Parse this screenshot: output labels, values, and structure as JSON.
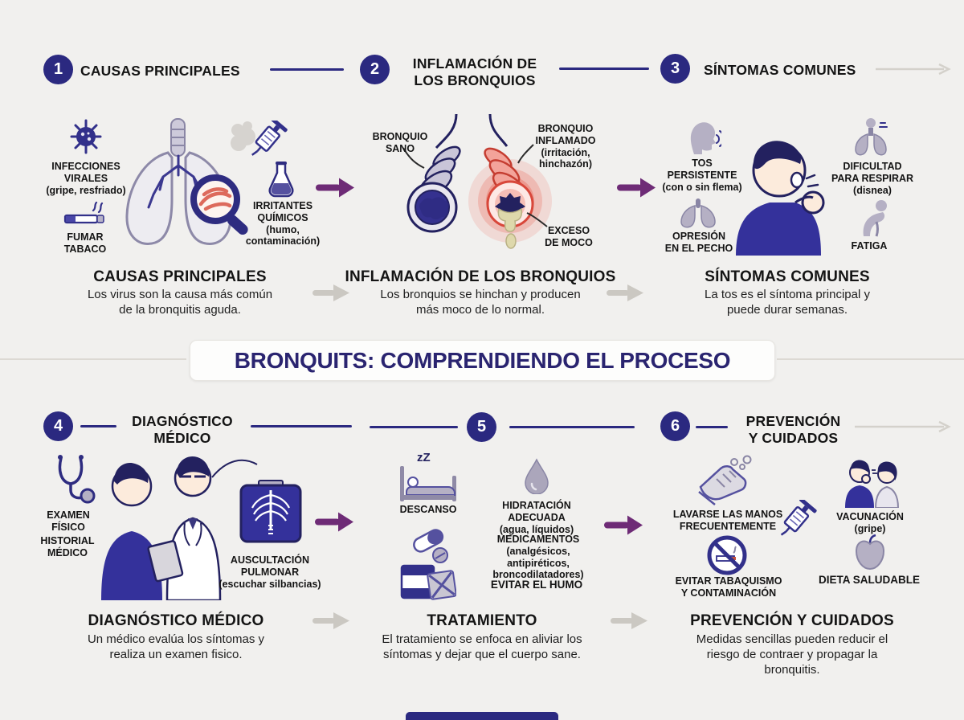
{
  "colors": {
    "navy": "#2b2980",
    "purple_arrow": "#6e2b76",
    "gray_arrow": "#cbc8c2",
    "red_inflamed": "#d8473a",
    "background": "#f1f0ee"
  },
  "banner": {
    "title": "BRONQUITS: COMPRENDIENDO EL PROCESO"
  },
  "s1": {
    "num": "1",
    "title": "CAUSAS PRINCIPALES",
    "label_virus": "INFECCIONES\nVIRALES\n(gripe, resfriado)",
    "label_tobacco": "FUMAR\nTABACO",
    "label_irritants": "IRRITANTES\nQUÍMICOS\n(humo,\ncontaminación)",
    "footer_title": "CAUSAS PRINCIPALES",
    "footer_desc": "Los virus son la causa más común\nde la bronquitis aguda."
  },
  "s2": {
    "num": "2",
    "title": "INFLAMACIÓN DE\nLOS BRONQUIOS",
    "label_healthy": "BRONQUIO\nSANO",
    "label_inflamed": "BRONQUIO\nINFLAMADO\n(irritación,\nhinchazón)",
    "label_mucus": "EXCESO\nDE MOCO",
    "footer_title": "INFLAMACIÓN DE LOS BRONQUIOS",
    "footer_desc": "Los bronquios se hinchan y producen\nmás moco de lo normal."
  },
  "s3": {
    "num": "3",
    "title": "SÍNTOMAS COMUNES",
    "label_cough": "TOS\nPERSISTENTE\n(con o sin flema)",
    "label_chest": "OPRESIÓN\nEN EL PECHO",
    "label_breath": "DIFICULTAD\nPARA RESPIRAR\n(disnea)",
    "label_fatigue": "FATIGA",
    "footer_title": "SÍNTOMAS COMUNES",
    "footer_desc": "La tos es el síntoma principal y\npuede durar semanas."
  },
  "s4": {
    "num": "4",
    "title": "DIAGNÓSTICO\nMÉDICO",
    "label_exam": "EXAMEN\nFÍSICO",
    "label_history": "HISTORIAL\nMÉDICO",
    "label_auscultation": "AUSCULTACIÓN\nPULMONAR\n(escuchar silbancias)",
    "footer_title": "DIAGNÓSTICO MÉDICO",
    "footer_desc": "Un médico evalúa los síntomas y\nrealiza un examen fisico."
  },
  "s5": {
    "num": "5",
    "sleep_z": "zZ",
    "label_rest": "DESCANSO",
    "label_hydration": "HIDRATACIÓN\nADECUADA\n(agua, líquidos)",
    "label_meds": "MEDICAMENTOS\n(analgésicos,\nantipiréticos,\nbroncodilatadores)",
    "label_smoke": "EVITAR EL HUMO",
    "footer_title": "TRATAMIENTO",
    "footer_desc": "El tratamiento se enfoca en aliviar los\nsíntomas y dejar que el cuerpo sane."
  },
  "s6": {
    "num": "6",
    "title": "PREVENCIÓN\nY CUIDADOS",
    "label_hands": "LAVARSE LAS MANOS\nFRECUENTEMENTE",
    "label_vaccine": "VACUNACIÓN\n(gripe)",
    "label_tobacco": "EVITAR TABAQUISMO\nY CONTAMINACIÓN",
    "label_diet": "DIETA SALUDABLE",
    "footer_title": "PREVENCIÓN Y CUIDADOS",
    "footer_desc": "Medidas sencillas pueden reducir el\nriesgo de contraer y propagar la\nbronquitis."
  },
  "icons": [
    "virus-icon",
    "cigarette-icon",
    "lungs-magnifier-illustration",
    "smoke-icon",
    "syringe-icon",
    "chemical-flask-icon",
    "bronchi-illustration",
    "coughing-head-icon",
    "lungs-icon",
    "coughing-man-illustration",
    "breathing-difficulty-icon",
    "fatigue-icon",
    "stethoscope-icon",
    "doctor-patient-illustration",
    "xray-icon",
    "bed-rest-icon",
    "water-drop-icon",
    "pills-icon",
    "medicine-box-icon",
    "handwashing-icon",
    "vaccination-couple-icon",
    "no-smoking-icon",
    "apple-icon"
  ]
}
